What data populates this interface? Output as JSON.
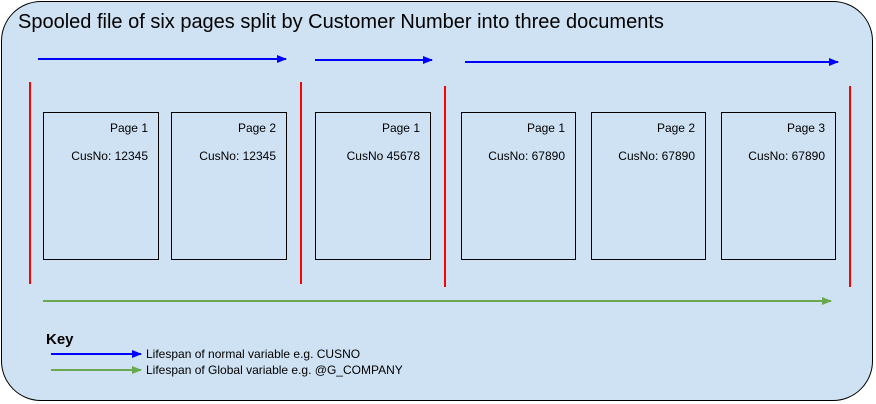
{
  "title": "Spooled file of six pages split by Customer Number into three documents",
  "colors": {
    "background": "#cfe2f3",
    "normal_variable_arrow": "#0000ff",
    "global_variable_arrow": "#6aa84f",
    "document_separator": "#ff0000",
    "outline": "#000000"
  },
  "pages": [
    {
      "page_label": "Page 1",
      "customer_label": "CusNo: 12345"
    },
    {
      "page_label": "Page 2",
      "customer_label": "CusNo: 12345"
    },
    {
      "page_label": "Page 1",
      "customer_label": "CusNo 45678"
    },
    {
      "page_label": "Page 1",
      "customer_label": "CusNo: 67890"
    },
    {
      "page_label": "Page 2",
      "customer_label": "CusNo: 67890"
    },
    {
      "page_label": "Page 3",
      "customer_label": "CusNo: 67890"
    }
  ],
  "key": {
    "title": "Key",
    "normal_label": "Lifespan of normal variable e.g. CUSNO",
    "global_label": "Lifespan of Global variable e.g. @G_COMPANY"
  }
}
